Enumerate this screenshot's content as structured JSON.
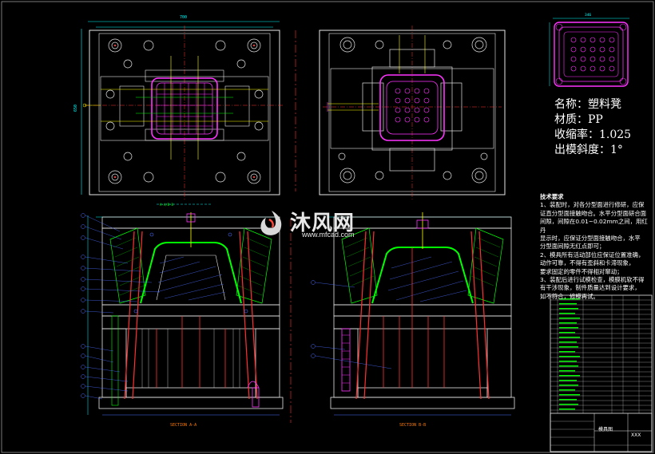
{
  "info": {
    "name": "名称：塑料凳",
    "material": "材质：PP",
    "shrinkage": "收缩率：1.025",
    "draft": "出模斜度：1°"
  },
  "notes": {
    "heading": "技术要求",
    "lines": [
      "1、装配时，对各分型面进行修研，应保",
      "证直分型面接触吻合。水平分型面研合面",
      "间隙，间隙在0.01~0.02mm之间，用红丹",
      "显示时，应保证分型面接触吻合，水平",
      "分型面间隙无红点即可；",
      "2、模具所有活动部位应保证位置准确，",
      "动作可靠，不得有歪斜和卡滞现象，",
      "要求固定的零件不得相对窜动；",
      "3、装配后进行试模检查，模膜机软不得",
      "有干涉现象，制件质量达到设计要求，",
      "如不符合，修模再试。"
    ]
  },
  "watermark": {
    "text": "沐风网",
    "url": "www.mfcad.com"
  },
  "sections": {
    "a": "SECTION A-A",
    "b": "SECTION B-B"
  },
  "title_block": {
    "title": "模具图",
    "code": "XXX"
  },
  "colors": {
    "bg": "#000000",
    "plate": "#e6e6e6",
    "part": "#ff33ff",
    "cyan": "#00ffff",
    "green": "#00ff00",
    "blue": "#4b6cff",
    "red": "#ff3030",
    "yellow": "#ffff00"
  }
}
